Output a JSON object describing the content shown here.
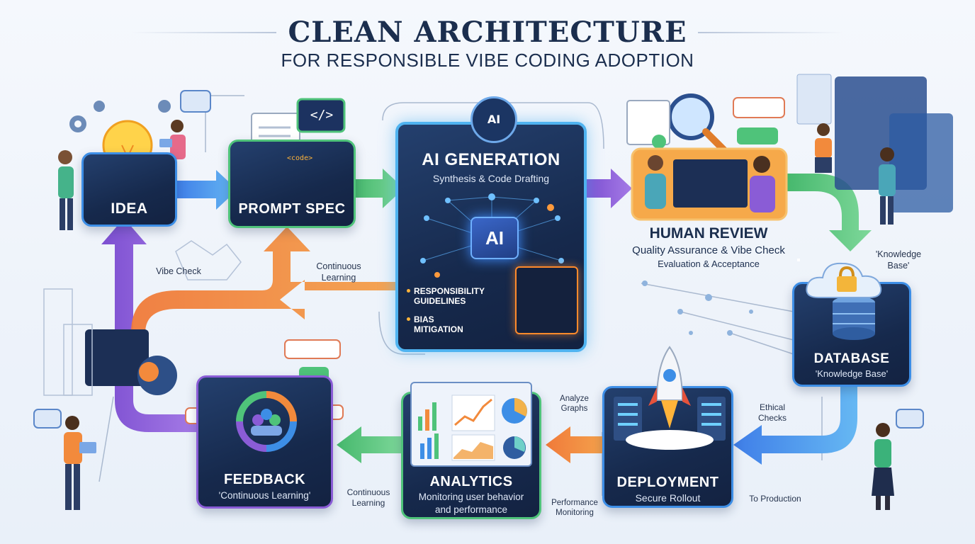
{
  "title": "CLEAN ARCHITECTURE",
  "subtitle": "FOR RESPONSIBLE VIBE CODING ADOPTION",
  "nodes": {
    "idea": {
      "title": "IDEA"
    },
    "prompt_spec": {
      "title": "PROMPT SPEC",
      "code_tag": "</>",
      "code_label": "<code>"
    },
    "ai_generation": {
      "title": "AI GENERATION",
      "subtitle": "Synthesis & Code Drafting",
      "chip": "AI",
      "badge": "AI",
      "bullets": [
        "RESPONSIBILITY GUIDELINES",
        "BIAS MITIGATION"
      ]
    },
    "human_review": {
      "title": "HUMAN REVIEW",
      "subtitle": "Quality Assurance & Vibe Check",
      "detail": "Evaluation & Acceptance"
    },
    "database": {
      "title": "DATABASE",
      "subtitle": "'Knowledge Base'"
    },
    "deployment": {
      "title": "DEPLOYMENT",
      "subtitle": "Secure Rollout"
    },
    "analytics": {
      "title": "ANALYTICS",
      "subtitle_line1": "Monitoring user behavior",
      "subtitle_line2": "and performance"
    },
    "feedback": {
      "title": "FEEDBACK",
      "subtitle": "'Continuous Learning'"
    }
  },
  "annotations": {
    "vibe_check": "Vibe Check",
    "continuous_learning_top": "Continuous Learning",
    "knowledge_base": "'Knowledge Base'",
    "ethical_checks": "Ethical Checks",
    "to_production": "To Production",
    "analyze_graphs": "Analyze Graphs",
    "performance_monitoring": "Performance Monitoring",
    "continuous_learning_bottom": "Continuous Learning"
  },
  "colors": {
    "blue": "#3d8ee6",
    "green": "#4fc37a",
    "purple": "#8a5cd6",
    "orange": "#f28a3c",
    "navy": "#1b2e4e"
  },
  "icons": [
    "lightbulb-icon",
    "gear-icon",
    "code-icon",
    "atom-icon",
    "magnifier-icon",
    "padlock-icon",
    "rocket-icon",
    "bar-chart-icon",
    "pie-chart-icon",
    "cycle-arrows-icon",
    "chat-bubble-icon",
    "star-rating-icon"
  ]
}
